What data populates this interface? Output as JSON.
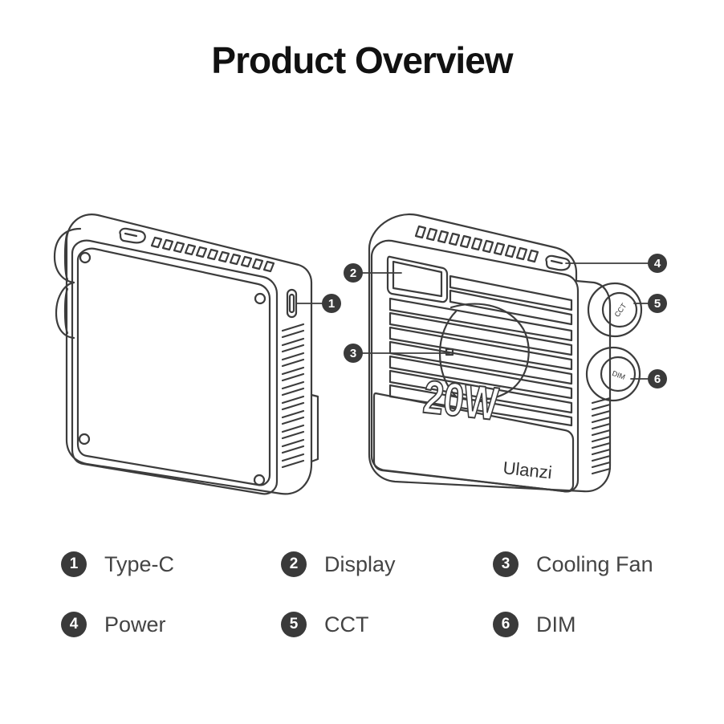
{
  "title": "Product Overview",
  "device": {
    "wattage_label": "20W",
    "brand_label": "Ulanzi",
    "cct_button_label": "CCT",
    "dim_button_label": "DIM"
  },
  "callouts": [
    {
      "num": "1",
      "label": "Type-C"
    },
    {
      "num": "2",
      "label": "Display"
    },
    {
      "num": "3",
      "label": "Cooling Fan"
    },
    {
      "num": "4",
      "label": "Power"
    },
    {
      "num": "5",
      "label": "CCT"
    },
    {
      "num": "6",
      "label": "DIM"
    }
  ],
  "colors": {
    "line": "#3c3c3c",
    "marker": "#3a3a3a",
    "text": "#444444"
  }
}
